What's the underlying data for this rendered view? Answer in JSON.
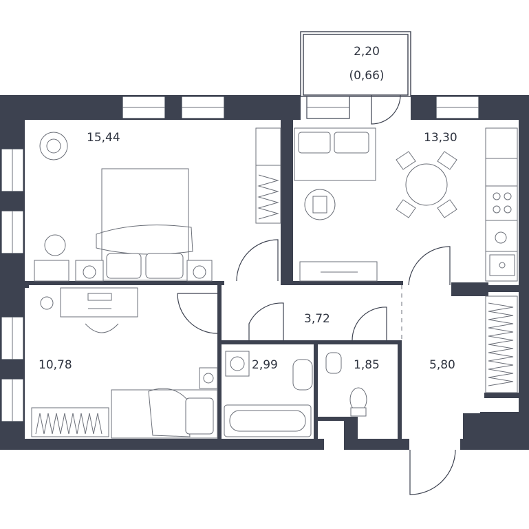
{
  "floorplan": {
    "balcony": {
      "area": "2,20",
      "reduced_area": "(0,66)"
    },
    "rooms": {
      "bedroom_large": {
        "area": "15,44"
      },
      "kitchen_living": {
        "area": "13,30"
      },
      "bedroom_small": {
        "area": "10,78"
      },
      "hall": {
        "area": "3,72"
      },
      "bathroom": {
        "area": "2,99"
      },
      "toilet": {
        "area": "1,85"
      },
      "entrance": {
        "area": "5,80"
      }
    }
  },
  "colors": {
    "wall": "#3d4250",
    "text": "#2f3440",
    "furniture": "#6b6f78"
  }
}
